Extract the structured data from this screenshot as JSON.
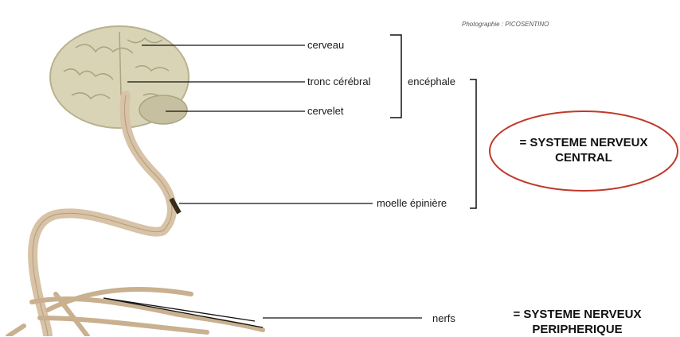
{
  "credit": "Photographie : PICOSENTINO",
  "labels": {
    "cerveau": "cerveau",
    "tronc": "tronc cérébral",
    "cervelet": "cervelet",
    "encephale": "encéphale",
    "moelle": "moelle épinière",
    "nerfs": "nerfs"
  },
  "systems": {
    "central_line1": "= SYSTEME NERVEUX",
    "central_line2": "CENTRAL",
    "peripheral_line1": "= SYSTEME NERVEUX",
    "peripheral_line2": "PERIPHERIQUE"
  },
  "colors": {
    "brain": "#d9d4b6",
    "nerve": "#d8c3a7",
    "line": "#111111",
    "ellipse": "#c0392b"
  }
}
